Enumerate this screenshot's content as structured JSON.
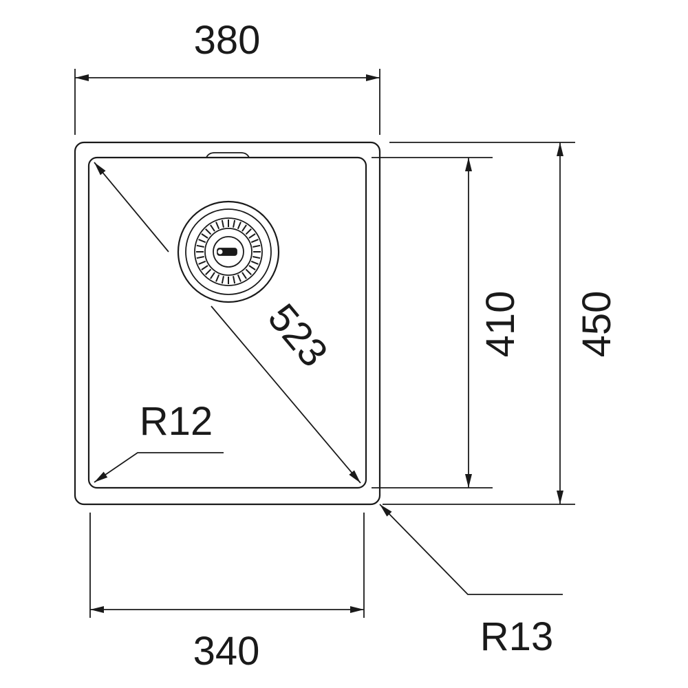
{
  "dimensions": {
    "top_width": "380",
    "bottom_width": "340",
    "inner_height": "410",
    "outer_height": "450",
    "diagonal": "523",
    "inner_radius": "R12",
    "outer_radius": "R13"
  }
}
